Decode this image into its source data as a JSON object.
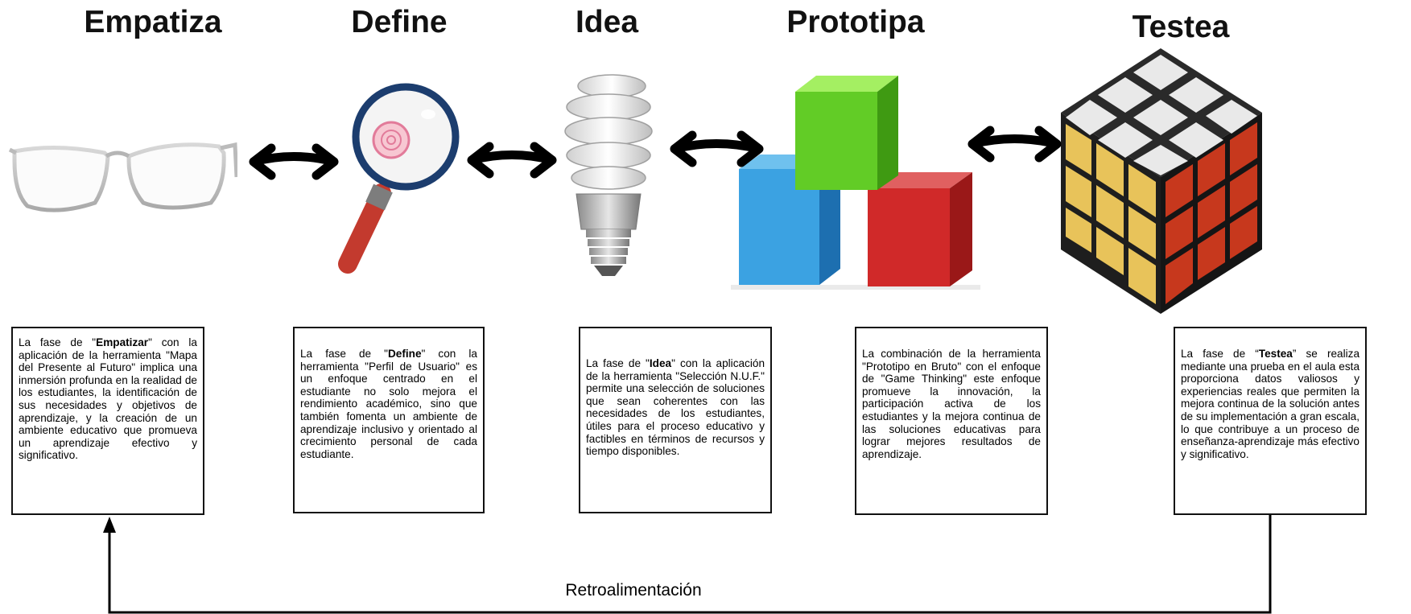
{
  "phases": [
    {
      "title": "Empatiza",
      "desc": {
        "pre": "La fase de \"",
        "strong": "Empatizar",
        "post": "\" con la aplicación de la herramienta \"Mapa del Presente al Futuro\" implica una inmersión profunda en la realidad de los estudiantes, la identificación de sus necesidades y objetivos de aprendizaje, y la creación de un ambiente educativo que promueva un aprendizaje efectivo y significativo."
      },
      "icon": "glasses-icon"
    },
    {
      "title": "Define",
      "desc": {
        "pre": "La fase de \"",
        "strong": "Define",
        "post": "\" con la herramienta \"Perfil de Usuario\" es un enfoque centrado en el estudiante no solo mejora el rendimiento académico, sino que también fomenta un ambiente de aprendizaje inclusivo y orientado al crecimiento personal de cada estudiante."
      },
      "icon": "magnifying-glass-icon"
    },
    {
      "title": "Idea",
      "desc": {
        "pre": "La fase de \"",
        "strong": "Idea",
        "post": "\" con la aplicación de la herramienta \"Selección N.U.F.\" permite una selección de soluciones que sean coherentes con las necesidades de los estudiantes, útiles para el proceso educativo y factibles en términos de recursos y tiempo disponibles."
      },
      "icon": "light-bulb-icon"
    },
    {
      "title": "Prototipa",
      "desc": {
        "pre": "",
        "strong": "",
        "post": "La combinación de la herramienta \"Prototipo en Bruto\" con el enfoque de \"Game Thinking\" este enfoque promueve la innovación, la participación activa de los estudiantes y la mejora continua de las soluciones educativas para lograr mejores resultados de aprendizaje."
      },
      "icon": "blocks-icon"
    },
    {
      "title": "Testea",
      "desc": {
        "pre": "La fase de “",
        "strong": "Testea",
        "post": "” se realiza mediante una prueba en el aula esta proporciona datos valiosos y experiencias reales que permiten la mejora continua de la solución antes de su implementación a gran escala, lo que contribuye a un proceso de enseñanza-aprendizaje más efectivo y significativo."
      },
      "icon": "rubiks-cube-icon"
    }
  ],
  "feedback_label": "Retroalimentación"
}
